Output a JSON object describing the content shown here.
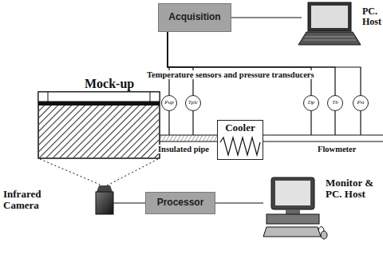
{
  "diagram": {
    "nodes": [
      {
        "text": [
          "Acquisition"
        ]
      },
      {
        "text": [
          "PC. Host"
        ]
      },
      {
        "text": [
          "Mock-up"
        ]
      },
      {
        "text": [
          "Pup"
        ]
      },
      {
        "text": [
          "Tplc"
        ]
      },
      {
        "text": [
          "Cooler"
        ]
      },
      {
        "text": [
          "Dp"
        ]
      },
      {
        "text": [
          "Tb"
        ]
      },
      {
        "text": [
          "Pst"
        ]
      },
      {
        "text": [
          "Infrared Camera"
        ]
      },
      {
        "text": [
          "Processor"
        ]
      },
      {
        "text": [
          "Monitor & PC. Host"
        ]
      }
    ],
    "edges": [
      {
        "from": 0,
        "to": 1,
        "arrow": "none"
      },
      {
        "from": 0,
        "to": 3,
        "arrow": "none"
      },
      {
        "from": 0,
        "to": 4,
        "arrow": "none"
      },
      {
        "from": 0,
        "to": 6,
        "arrow": "none"
      },
      {
        "from": 0,
        "to": 7,
        "arrow": "none"
      },
      {
        "from": 0,
        "to": 8,
        "arrow": "none"
      },
      {
        "from": 2,
        "to": 5,
        "arrow": "none"
      },
      {
        "from": 9,
        "to": 10,
        "arrow": "none"
      },
      {
        "from": 10,
        "to": 11,
        "arrow": "none"
      }
    ],
    "labels": [
      "Temperature sensors and pressure transducers",
      "Insulated pipe",
      "Flowmeter"
    ]
  }
}
